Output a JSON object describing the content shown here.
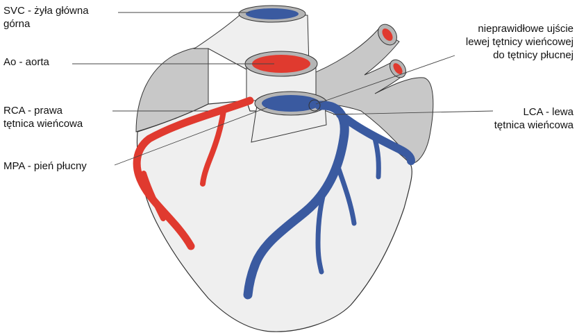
{
  "labels": {
    "svc": [
      "SVC - żyła główna",
      "górna"
    ],
    "ao": [
      "Ao - aorta"
    ],
    "rca": [
      "RCA - prawa",
      "tętnica wieńcowa"
    ],
    "mpa": [
      "MPA - pień płucny"
    ],
    "anomaly": [
      "nieprawidłowe ujście",
      "lewej tętnicy wieńcowej",
      "do tętnicy płucnej"
    ],
    "lca": [
      "LCA - lewa",
      "tętnica wieńcowa"
    ]
  },
  "colors": {
    "heart_fill": "#efefef",
    "vessel_gray": "#c8c8c8",
    "outline": "#333333",
    "artery_red": "#e03a2f",
    "vein_blue": "#3a5aa0",
    "leader_line": "#444444"
  }
}
